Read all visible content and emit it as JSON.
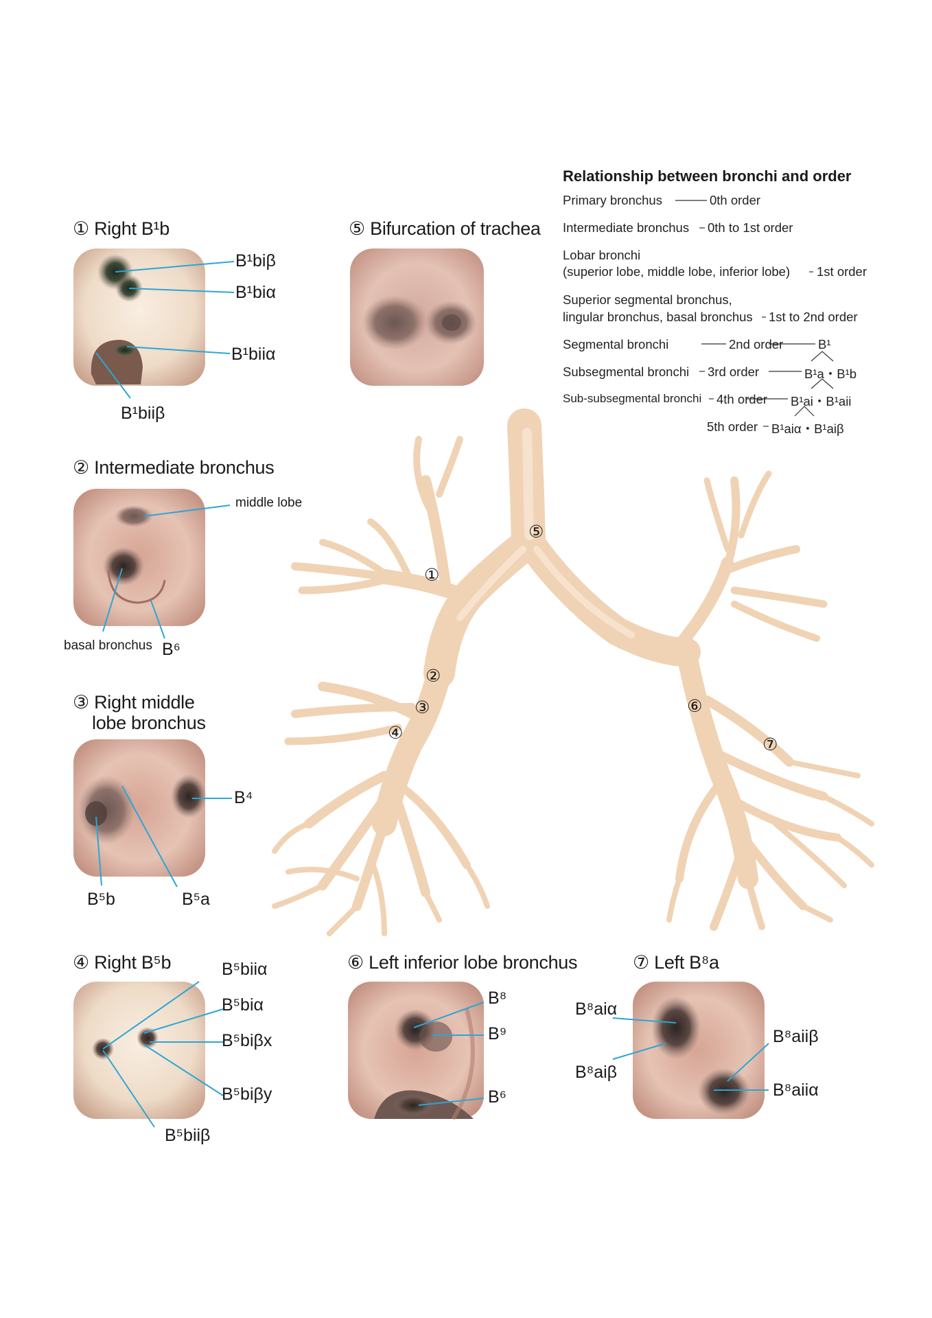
{
  "relationship": {
    "title": "Relationship between bronchi and order",
    "rows": [
      {
        "name": "Primary bronchus",
        "order": "0th order"
      },
      {
        "name": "Intermediate bronchus",
        "order": "0th to 1st order"
      },
      {
        "name": "Lobar bronchi",
        "order": ""
      },
      {
        "name": "(superior lobe, middle lobe, inferior lobe)",
        "order": "1st order"
      },
      {
        "name": "Superior segmental bronchus,",
        "order": ""
      },
      {
        "name": "lingular bronchus, basal bronchus",
        "order": "1st to 2nd order"
      },
      {
        "name": "Segmental bronchi",
        "order": "2nd order"
      },
      {
        "name": "Subsegmental bronchi",
        "order": "3rd order"
      },
      {
        "name": "Sub-subsegmental bronchi",
        "order": "4th order"
      },
      {
        "name": "",
        "order": "5th order"
      }
    ],
    "tree": {
      "level1": "B¹",
      "level2": "B¹a・B¹b",
      "level3": "B¹ai・B¹aii",
      "level4": "B¹aiα・B¹aiβ"
    }
  },
  "panels": [
    {
      "id": "p1",
      "number": "①",
      "title": "Right B¹b",
      "labels": [
        "B¹biβ",
        "B¹biα",
        "B¹biiα",
        "B¹biiβ"
      ]
    },
    {
      "id": "p5",
      "number": "⑤",
      "title": "Bifurcation of trachea",
      "labels": []
    },
    {
      "id": "p2",
      "number": "②",
      "title": "Intermediate bronchus",
      "labels": [
        "middle lobe",
        "basal bronchus",
        "B⁶"
      ]
    },
    {
      "id": "p3",
      "number": "③",
      "title": "Right middle lobe bronchus",
      "title_lines": [
        "Right middle",
        "lobe bronchus"
      ],
      "labels": [
        "B⁴",
        "B⁵b",
        "B⁵a"
      ]
    },
    {
      "id": "p4",
      "number": "④",
      "title": "Right B⁵b",
      "labels": [
        "B⁵biiα",
        "B⁵biα",
        "B⁵biβx",
        "B⁵biβy",
        "B⁵biiβ"
      ]
    },
    {
      "id": "p6",
      "number": "⑥",
      "title": "Left inferior lobe bronchus",
      "labels": [
        "B⁸",
        "B⁹",
        "B⁶"
      ]
    },
    {
      "id": "p7",
      "number": "⑦",
      "title": "Left B⁸a",
      "labels": [
        "B⁸aiα",
        "B⁸aiβ",
        "B⁸aiiβ",
        "B⁸aiiα"
      ]
    }
  ],
  "tree_markers": [
    "①",
    "②",
    "③",
    "④",
    "⑤",
    "⑥",
    "⑦"
  ],
  "colors": {
    "bronchial_tree": "#f0d3b4",
    "bronchial_shadow": "#d9b48e",
    "leader_line": "#2aa6d6",
    "mucosa_light": "#f3e2cf",
    "mucosa_pink": "#d7a493",
    "lumen_dark": "#4a3b37"
  }
}
